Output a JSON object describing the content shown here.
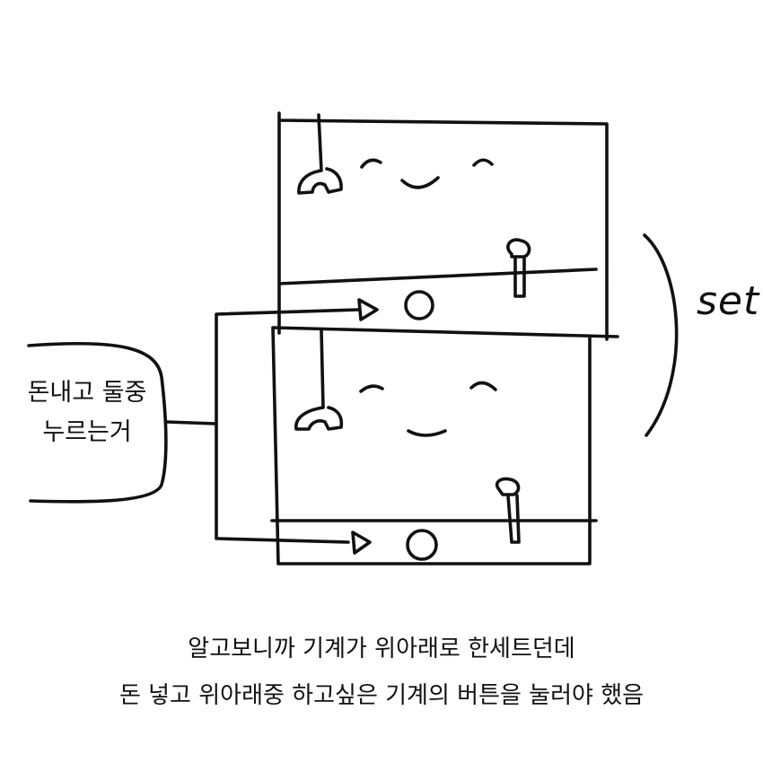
{
  "side_note": {
    "line1": "돈내고 둘중",
    "line2": "누르는거"
  },
  "set_label": "set",
  "caption": {
    "line1": "알고보니까 기계가 위아래로 한세트던데",
    "line2": "돈 넣고 위아래중 하고싶은 기계의 버튼을 눌러야 했음"
  },
  "icons": [
    "smiley-face-icon",
    "wrench-icon",
    "lever-icon",
    "coin-slot-icon",
    "arrow-icon"
  ]
}
